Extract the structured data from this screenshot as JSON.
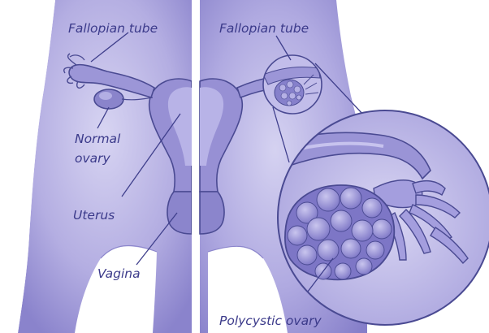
{
  "colors": {
    "skin_light": "#cbc7ec",
    "skin_mid": "#a9a3dd",
    "skin_dark": "#7d76c6",
    "organ": "#8e88cf",
    "organ_light": "#b7b2e6",
    "outline": "#4a4a92",
    "text": "#3b3a8a",
    "background": "#ffffff"
  },
  "labels": {
    "left_fallopian_tube": "Fallopian tube",
    "normal_ovary_line1": "Normal",
    "normal_ovary_line2": "ovary",
    "uterus": "Uterus",
    "vagina": "Vagina",
    "right_fallopian_tube": "Fallopian tube",
    "polycystic_ovary": "Polycystic ovary"
  }
}
